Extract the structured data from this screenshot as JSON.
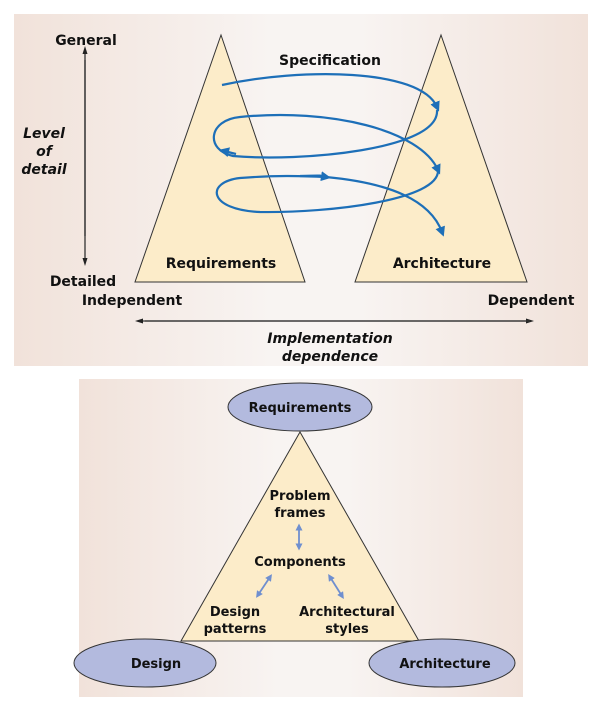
{
  "colors": {
    "panel_edge": "#f1e3dc",
    "panel_center": "#f8f3f1",
    "triangle_fill": "#fcecc9",
    "spiral": "#1d6fb8",
    "ellipse_fill": "#b3bade",
    "small_arrow": "#6f8fcf",
    "axis": "#333333"
  },
  "top_diagram": {
    "axis_vertical": {
      "top_label": "General",
      "bottom_label": "Detailed",
      "title_lines": [
        "Level",
        "of",
        "detail"
      ]
    },
    "axis_horizontal": {
      "left_label": "Independent",
      "right_label": "Dependent",
      "title_lines": [
        "Implementation",
        "dependence"
      ]
    },
    "spiral_label": "Specification",
    "left_triangle_label": "Requirements",
    "right_triangle_label": "Architecture"
  },
  "bottom_diagram": {
    "top_node": "Requirements",
    "left_node": "Design",
    "right_node": "Architecture",
    "inner": {
      "problem_frames": [
        "Problem",
        "frames"
      ],
      "components": "Components",
      "design_patterns": [
        "Design",
        "patterns"
      ],
      "architectural_styles": [
        "Architectural",
        "styles"
      ]
    }
  }
}
